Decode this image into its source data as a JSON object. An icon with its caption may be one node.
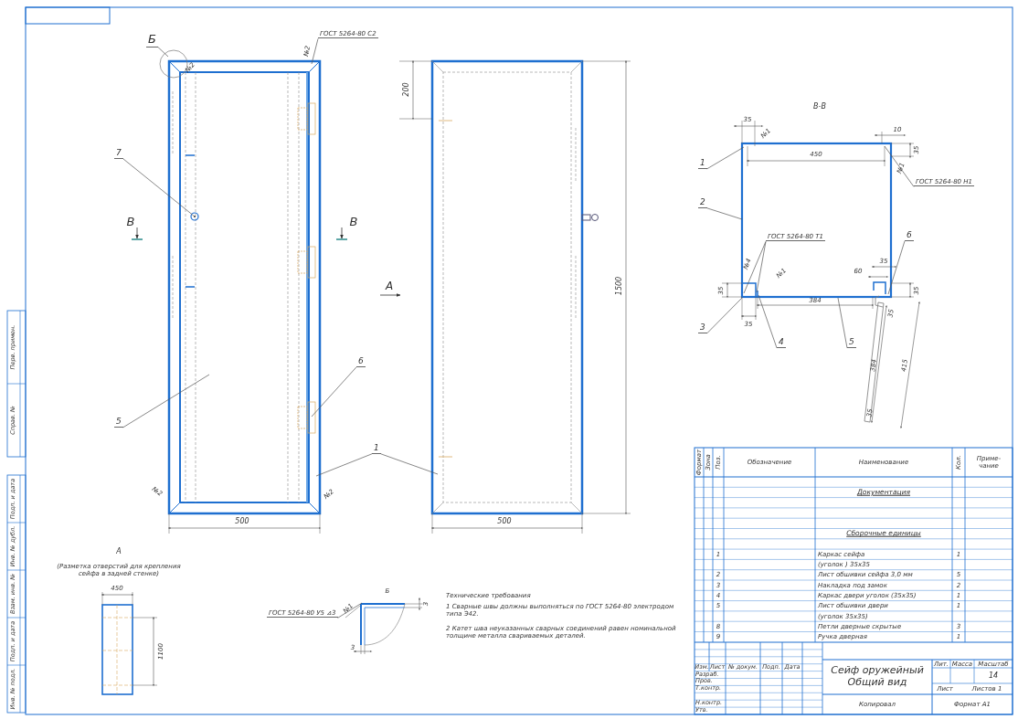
{
  "diagram": {
    "nodes": [
      {
        "text": [
          "Б"
        ]
      },
      {
        "text": [
          "ГОСТ 5264-80 С2"
        ]
      },
      {
        "text": [
          "7"
        ]
      },
      {
        "text": [
          "5"
        ]
      },
      {
        "text": [
          "6"
        ]
      },
      {
        "text": [
          "1"
        ]
      },
      {
        "text": [
          "1"
        ]
      },
      {
        "text": [
          "2"
        ]
      },
      {
        "text": [
          "ГОСТ 5264-80 Н1"
        ]
      },
      {
        "text": [
          "ГОСТ 5264-80 Т1"
        ]
      },
      {
        "text": [
          "3"
        ]
      },
      {
        "text": [
          "4"
        ]
      },
      {
        "text": [
          "5"
        ]
      },
      {
        "text": [
          "6"
        ]
      },
      {
        "text": [
          "ГОСТ 5264-80 У5 ⊿3"
        ]
      },
      {
        "text": [],
        "shape": "picture"
      }
    ],
    "edges": [
      {
        "from": 0,
        "to": 15,
        "arrow": "none"
      },
      {
        "from": 1,
        "to": 15,
        "arrow": "none"
      },
      {
        "from": 2,
        "to": 15,
        "arrow": "none"
      },
      {
        "from": 3,
        "to": 15,
        "arrow": "none"
      },
      {
        "from": 4,
        "to": 15,
        "arrow": "none"
      },
      {
        "from": 5,
        "to": 15,
        "arrow": "none"
      },
      {
        "from": 5,
        "to": null,
        "arrow": "none"
      },
      {
        "from": 6,
        "to": null,
        "arrow": "none"
      },
      {
        "from": 7,
        "to": null,
        "arrow": "none"
      },
      {
        "from": 8,
        "to": null,
        "arrow": "none"
      },
      {
        "from": 9,
        "to": null,
        "arrow": "none"
      },
      {
        "from": 9,
        "to": null,
        "arrow": "none"
      },
      {
        "from": 10,
        "to": null,
        "arrow": "none"
      },
      {
        "from": 11,
        "to": null,
        "arrow": "none"
      },
      {
        "from": 12,
        "to": null,
        "arrow": "none"
      },
      {
        "from": 13,
        "to": null,
        "arrow": "none"
      },
      {
        "from": 14,
        "to": null,
        "arrow": "none"
      }
    ],
    "labels": [
      "№2",
      "№2",
      "В",
      "В",
      "А",
      "№2",
      "№2",
      "500",
      "200",
      "1500",
      "500",
      "В-В",
      "35",
      "№1",
      "10",
      "35",
      "450",
      "№1",
      "№4",
      "№1",
      "60",
      "35",
      "35",
      "35",
      "35",
      "384",
      "35",
      "384",
      "415",
      "35",
      "А",
      "(Разметка отверстий для крепления сейфа в задней стенке)",
      "450",
      "1100",
      "Б",
      "№1",
      "3",
      "3",
      "Технические требования",
      "1 Сварные швы должны выполняться по ГОСТ 5264-80 электродом типа Э42.",
      "2 Катет шва неуказанных сварных соединений равен номинальной толщине металла свариваемых деталей.",
      "Формат",
      "Зона",
      "Поз.",
      "Обозначение",
      "Наименование",
      "Кол.",
      "Приме-чание",
      "Документация",
      "Сборочные единицы",
      "1",
      "Каркас сейфа",
      "1",
      "(уголок ) 35х35",
      "2",
      "Лист обшивки сейфа 3,0 мм",
      "5",
      "3",
      "Накладка под замок",
      "2",
      "4",
      "Каркас двери уголок (35х35)",
      "1",
      "5",
      "Лист обшивки двери",
      "1",
      "(уголок 35х35)",
      "8",
      "Петли дверные скрытые",
      "3",
      "9",
      "Ручка дверная",
      "1",
      "Изм.",
      "Лист",
      "№ докум.",
      "Подп.",
      "Дата",
      "Разраб.",
      "Пров.",
      "Т.контр.",
      "Н.контр.",
      "Утв.",
      "Сейф оружейный Общий вид",
      "Лит.",
      "Масса",
      "Масштаб",
      "14",
      "Лист",
      "Листов 1",
      "Копировал",
      "Формат А1",
      "Перв. примен.",
      "Справ. №",
      "Подп. и дата",
      "Инв. № дубл.",
      "Взам. инв. №",
      "Подп. и дата",
      "Инв. № подл."
    ]
  }
}
